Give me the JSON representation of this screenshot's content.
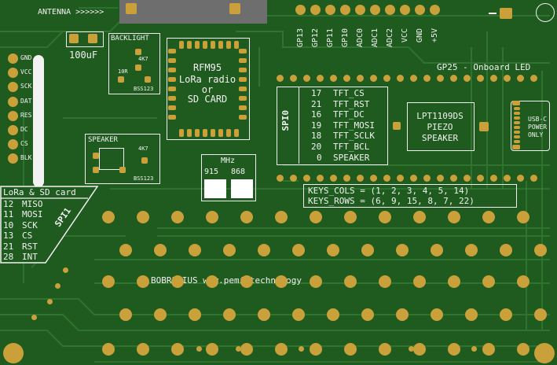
{
  "antenna": "ANTENNA >>>>>>",
  "capacitor": "100uF",
  "left_pins": [
    "GND",
    "VCC",
    "SCK",
    "DAT",
    "RES",
    "DC",
    "CS",
    "BLK"
  ],
  "backlight": {
    "title": "BACKLIGHT",
    "r1": "4K7",
    "r2": "10R",
    "part": "BSS123"
  },
  "speaker_box": {
    "title": "SPEAKER",
    "r1": "4K7",
    "part": "BSS123"
  },
  "rfm": {
    "line1": "RFM95",
    "line2": "LoRa radio",
    "line3": "or",
    "line4": "SD CARD"
  },
  "mhz": {
    "title": "MHz",
    "left": "915",
    "right": "868"
  },
  "top_pins": [
    "GP13",
    "GP12",
    "GP11",
    "GP10",
    "ADC0",
    "ADC1",
    "ADC2",
    "VCC",
    "GND",
    "+5V"
  ],
  "gp25": "GP25 - Onboard LED",
  "spi0": {
    "label": "SPI0",
    "rows": [
      {
        "pin": "17",
        "name": "TFT_CS"
      },
      {
        "pin": "21",
        "name": "TFT_RST"
      },
      {
        "pin": "16",
        "name": "TFT_DC"
      },
      {
        "pin": "19",
        "name": "TFT_MOSI"
      },
      {
        "pin": "18",
        "name": "TFT_SCLK"
      },
      {
        "pin": "20",
        "name": "TFT_BCL"
      },
      {
        "pin": "0",
        "name": "SPEAKER"
      }
    ]
  },
  "piezo": {
    "line1": "LPT1109DS",
    "line2": "PIEZO",
    "line3": "SPEAKER"
  },
  "usbc": {
    "line1": "USB-C",
    "line2": "POWER",
    "line3": "ONLY"
  },
  "keys": {
    "cols": "KEYS_COLS = (1, 2, 3, 4, 5, 14)",
    "rows": "KEYS_ROWS = (6, 9, 15, 8, 7, 22)"
  },
  "spi1": {
    "label": "SPI1",
    "title": "LoRa & SD card",
    "rows": [
      {
        "pin": "12",
        "name": "MISO"
      },
      {
        "pin": "11",
        "name": "MOSI"
      },
      {
        "pin": "10",
        "name": "SCK"
      },
      {
        "pin": "13",
        "name": "CS"
      },
      {
        "pin": "21",
        "name": "RST"
      },
      {
        "pin": "28",
        "name": "INT"
      }
    ]
  },
  "credit": "BOBRICIUS www.pemi.technology",
  "colors": {
    "board": "#1f5a1f",
    "copper": "#c9a03a",
    "silk": "#f2f2f2",
    "trace": "#2f7a2f"
  }
}
